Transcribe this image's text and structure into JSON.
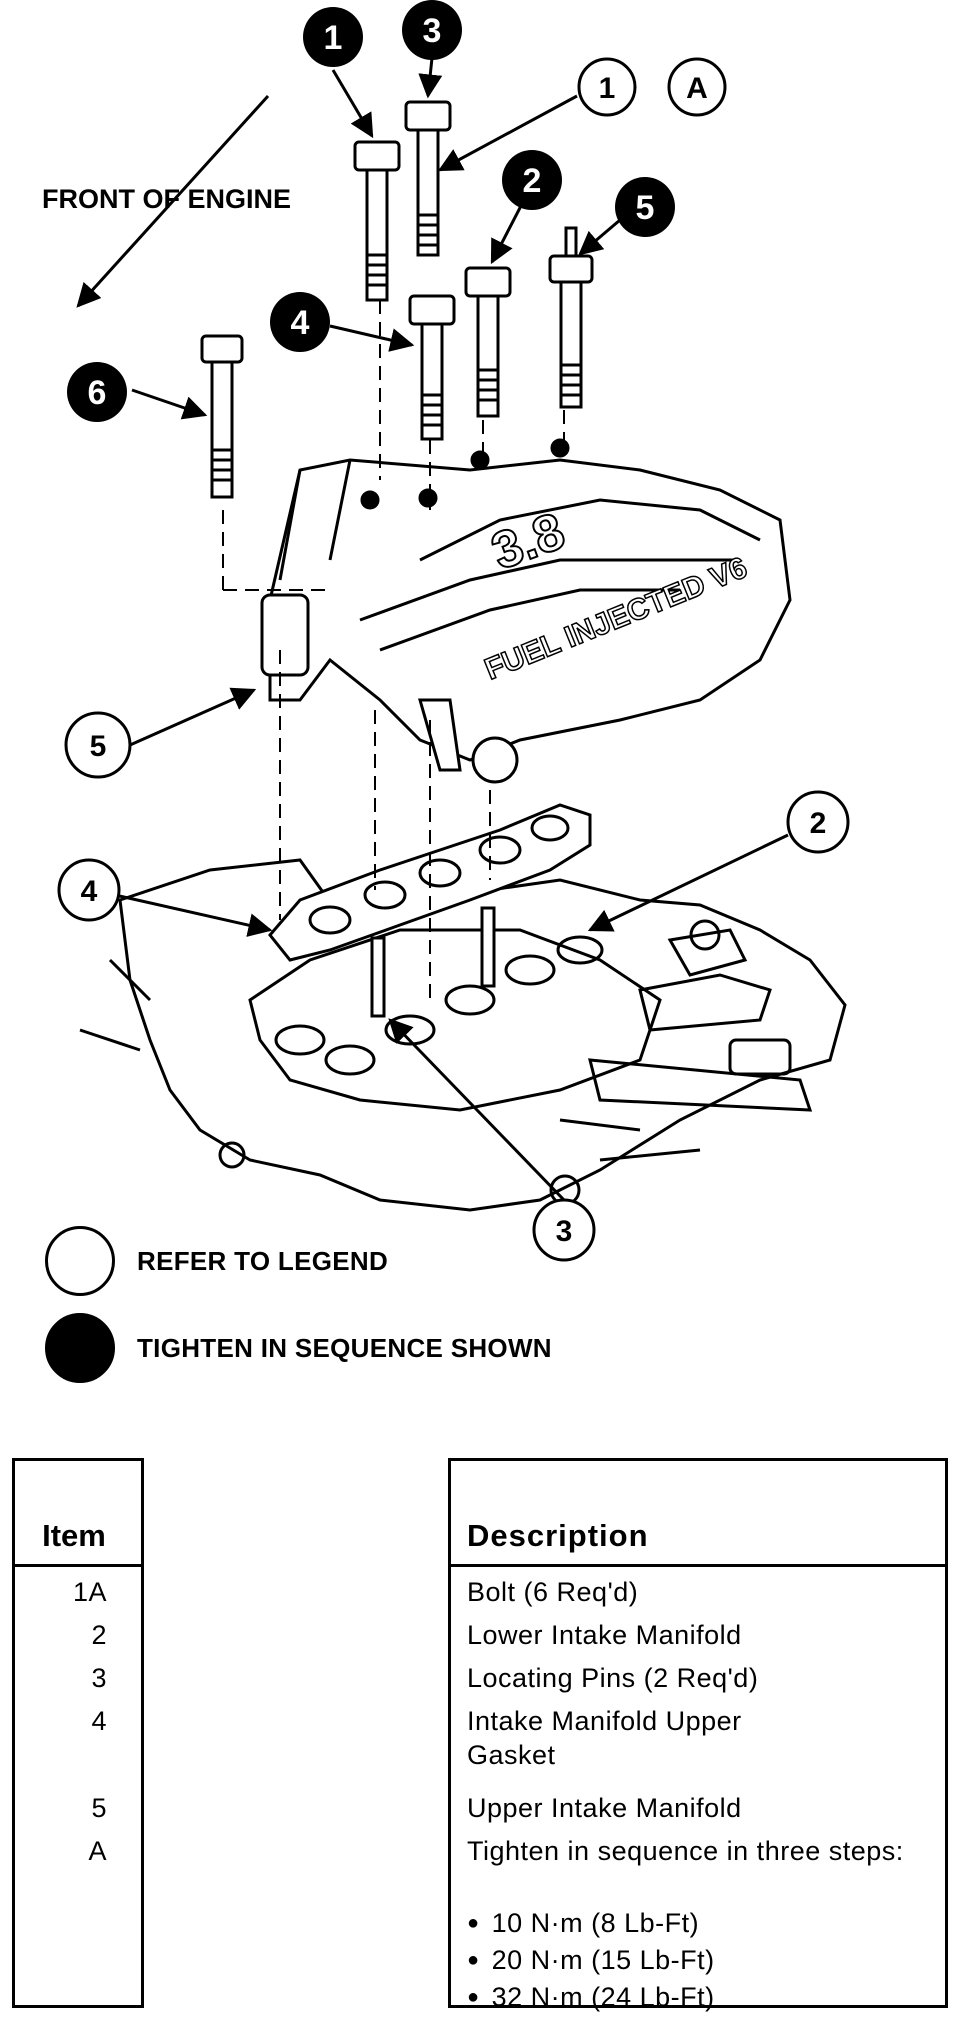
{
  "diagram": {
    "front_label": "FRONT OF ENGINE",
    "callouts_filled": [
      "1",
      "3",
      "2",
      "5",
      "4",
      "6"
    ],
    "callouts_open": [
      "1",
      "A",
      "5",
      "4",
      "2",
      "3"
    ],
    "manifold_text": [
      "3.8",
      "FUEL INJECTED V6"
    ]
  },
  "legend": {
    "open_symbol": "REFER TO LEGEND",
    "filled_symbol": "TIGHTEN IN SEQUENCE SHOWN"
  },
  "table": {
    "item_header": "Item",
    "desc_header": "Description",
    "rows": [
      {
        "item": "1A",
        "desc": "Bolt (6 Req'd)"
      },
      {
        "item": "2",
        "desc": "Lower Intake Manifold"
      },
      {
        "item": "3",
        "desc": "Locating Pins (2 Req'd)"
      },
      {
        "item": "4",
        "desc": "Intake Manifold Upper Gasket"
      },
      {
        "item": "5",
        "desc": "Upper Intake Manifold"
      },
      {
        "item": "A",
        "desc": "Tighten in sequence in three steps:"
      }
    ],
    "steps": [
      "10 N·m (8 Lb-Ft)",
      "20 N·m (15 Lb-Ft)",
      "32 N·m (24 Lb-Ft)"
    ]
  }
}
